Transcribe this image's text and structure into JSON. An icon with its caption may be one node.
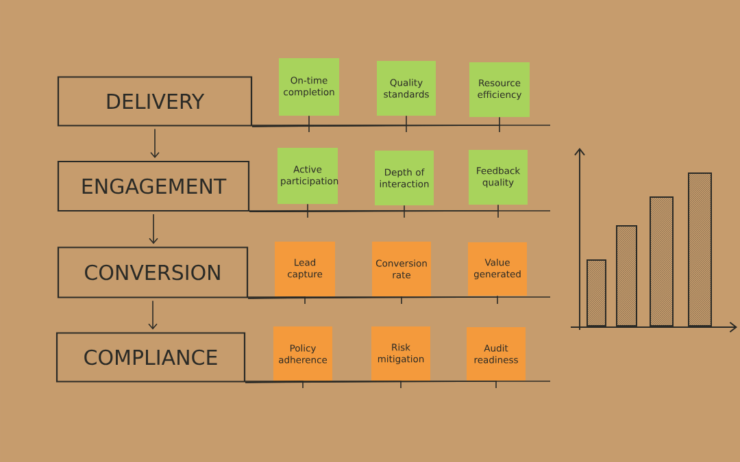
{
  "diagram": {
    "nodes": [
      {
        "text": [
          "DELIVERY"
        ]
      },
      {
        "text": [
          "On-time completion"
        ]
      },
      {
        "text": [
          "Quality standards"
        ]
      },
      {
        "text": [
          "Resource efficiency"
        ]
      },
      {
        "text": [
          "ENGAGEMENT"
        ]
      },
      {
        "text": [
          "Active participation"
        ]
      },
      {
        "text": [
          "Depth of interaction"
        ]
      },
      {
        "text": [
          "Feedback quality"
        ]
      },
      {
        "text": [
          "CONVERSION"
        ]
      },
      {
        "text": [
          "Lead capture"
        ]
      },
      {
        "text": [
          "Conversion rate"
        ]
      },
      {
        "text": [
          "Value generated"
        ]
      },
      {
        "text": [
          "COMPLIANCE"
        ]
      },
      {
        "text": [
          "Policy adherence"
        ]
      },
      {
        "text": [
          "Risk mitigation"
        ]
      },
      {
        "text": [
          "Audit readiness"
        ]
      }
    ],
    "edges": [
      {
        "from": 0,
        "to": 4,
        "arrow": "to"
      },
      {
        "from": 4,
        "to": 8,
        "arrow": "to"
      },
      {
        "from": 8,
        "to": 12,
        "arrow": "to"
      },
      {
        "from": 0,
        "to": 1,
        "arrow": "none"
      },
      {
        "from": 0,
        "to": 2,
        "arrow": "none"
      },
      {
        "from": 0,
        "to": 3,
        "arrow": "none"
      },
      {
        "from": 4,
        "to": 5,
        "arrow": "none"
      },
      {
        "from": 4,
        "to": 6,
        "arrow": "none"
      },
      {
        "from": 4,
        "to": 7,
        "arrow": "none"
      },
      {
        "from": 8,
        "to": 9,
        "arrow": "none"
      },
      {
        "from": 8,
        "to": 10,
        "arrow": "none"
      },
      {
        "from": 8,
        "to": 11,
        "arrow": "none"
      },
      {
        "from": 12,
        "to": 13,
        "arrow": "none"
      },
      {
        "from": 12,
        "to": 14,
        "arrow": "none"
      },
      {
        "from": 12,
        "to": 15,
        "arrow": "none"
      }
    ]
  }
}
